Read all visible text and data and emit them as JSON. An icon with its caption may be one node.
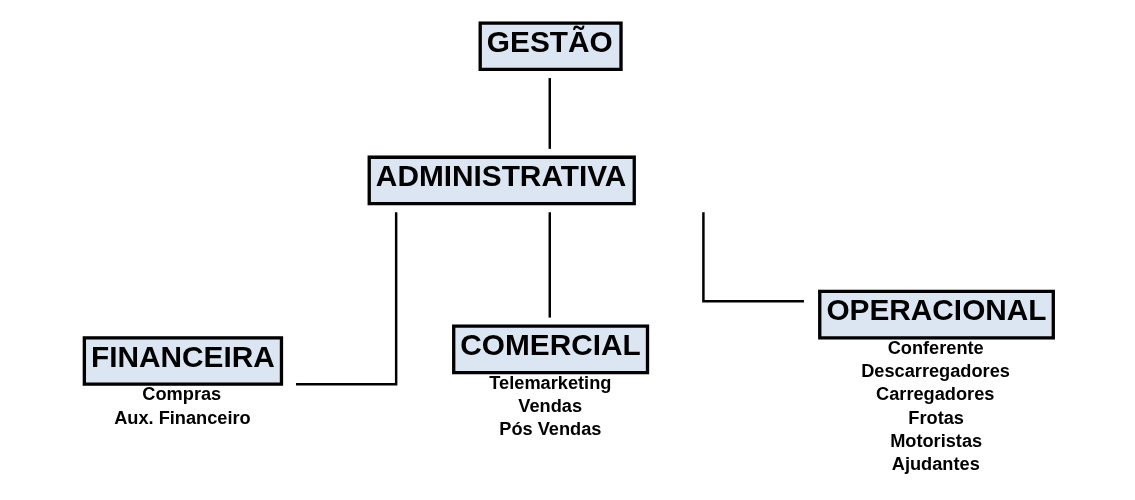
{
  "diagram": {
    "nodes": [
      {
        "text": [
          "GESTÃO"
        ]
      },
      {
        "text": [
          "ADMINISTRATIVA"
        ]
      },
      {
        "text": [
          "FINANCEIRA"
        ],
        "beside": [
          "Compras",
          "Aux. Financeiro"
        ]
      },
      {
        "text": [
          "COMERCIAL"
        ],
        "beside": [
          "Telemarketing",
          "Vendas",
          "Pós Vendas"
        ]
      },
      {
        "text": [
          "OPERACIONAL"
        ],
        "beside": [
          "Conferente",
          "Descarregadores",
          "Carregadores",
          "Frotas",
          "Motoristas",
          "Ajudantes"
        ]
      }
    ],
    "edges": [
      {
        "from": 0,
        "to": 1,
        "arrow": "none"
      },
      {
        "from": 1,
        "to": 2,
        "arrow": "none"
      },
      {
        "from": 1,
        "to": 3,
        "arrow": "none"
      },
      {
        "from": 1,
        "to": 4,
        "arrow": "none"
      }
    ]
  }
}
